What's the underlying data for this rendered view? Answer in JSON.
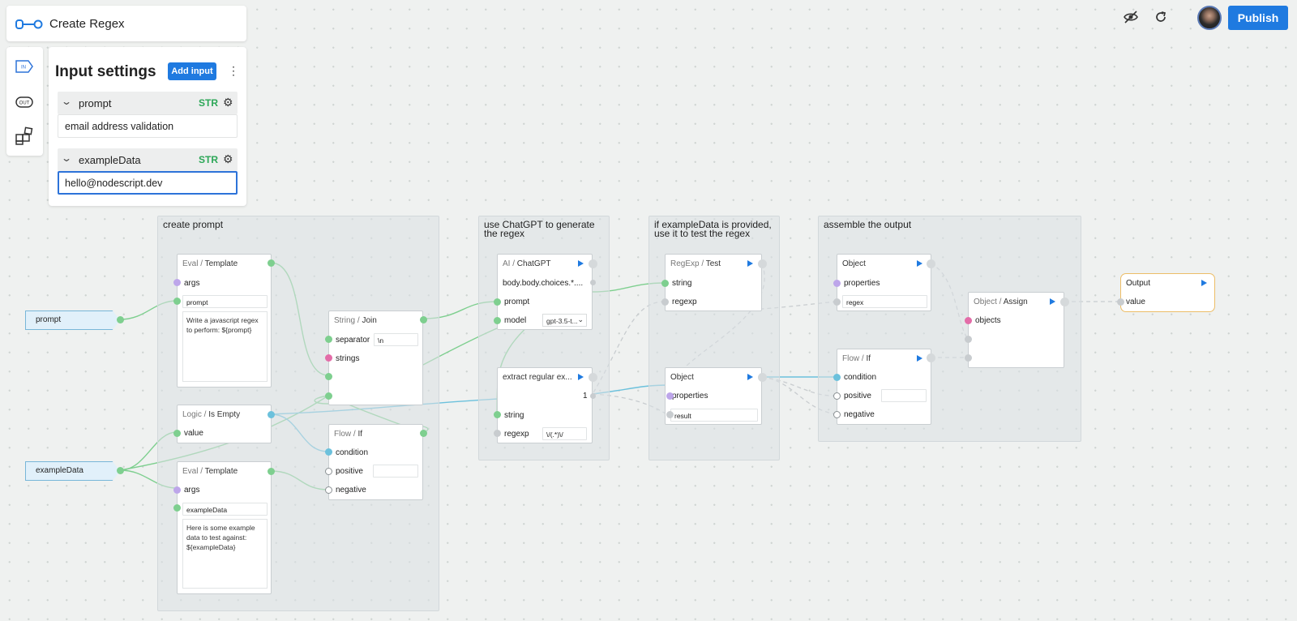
{
  "app": {
    "title": "Create Regex",
    "publish_label": "Publish"
  },
  "toolbar": {
    "tools": [
      "input-tool",
      "output-tool",
      "modules-tool"
    ],
    "in_label": "IN",
    "out_label": "OUT"
  },
  "input_settings": {
    "title": "Input settings",
    "add_label": "Add input",
    "inputs": [
      {
        "name": "prompt",
        "type": "STR",
        "value": "email address validation"
      },
      {
        "name": "exampleData",
        "type": "STR",
        "value": "hello@nodescript.dev"
      }
    ]
  },
  "groups": [
    {
      "label": "create prompt"
    },
    {
      "label": "use ChatGPT to generate\nthe regex"
    },
    {
      "label": "if exampleData is provided,\nuse it to test the regex"
    },
    {
      "label": "assemble the output"
    }
  ],
  "ext_inputs": {
    "prompt": "prompt",
    "exampleData": "exampleData"
  },
  "nodes": {
    "eval1": {
      "cat": "Eval / ",
      "name": "Template",
      "args": "args",
      "arg_key": "prompt",
      "template": "Write a javascript regex to perform: ${prompt}"
    },
    "eval2": {
      "cat": "Eval / ",
      "name": "Template",
      "args": "args",
      "arg_key": "exampleData",
      "template": "Here is some example data to test against: ${exampleData}"
    },
    "join": {
      "cat": "String / ",
      "name": "Join",
      "separator": "separator",
      "sep_value": "\\n",
      "strings": "strings"
    },
    "isempty": {
      "cat": "Logic / ",
      "name": "Is Empty",
      "value": "value"
    },
    "if1": {
      "cat": "Flow / ",
      "name": "If",
      "condition": "condition",
      "positive": "positive",
      "negative": "negative"
    },
    "chatgpt": {
      "cat": "AI / ",
      "name": "ChatGPT",
      "out_path": "body.body.choices.*....",
      "prompt": "prompt",
      "model": "model",
      "model_value": "gpt-3.5-t..."
    },
    "extract": {
      "name": "extract regular ex...",
      "out_index": "1",
      "string": "string",
      "regexp": "regexp",
      "regexp_value": "\\/(.*)\\/"
    },
    "regtest": {
      "cat": "RegExp / ",
      "name": "Test",
      "string": "string",
      "regexp": "regexp"
    },
    "obj1": {
      "name": "Object",
      "properties": "properties",
      "key": "result"
    },
    "obj2": {
      "name": "Object",
      "properties": "properties",
      "key": "regex"
    },
    "if2": {
      "cat": "Flow / ",
      "name": "If",
      "condition": "condition",
      "positive": "positive",
      "negative": "negative"
    },
    "assign": {
      "cat": "Object / ",
      "name": "Assign",
      "objects": "objects"
    },
    "output": {
      "name": "Output",
      "value": "value"
    }
  },
  "icons": [
    "logo-icon",
    "hide-icon",
    "refresh-icon",
    "avatar",
    "settings-gear-icon",
    "chevron-down-icon",
    "kebab-menu-icon",
    "play-icon",
    "select-chevron-icon"
  ],
  "colors": {
    "accent": "#1f7ae0",
    "str_type": "#2ca757",
    "wire_green": "#7ecf8f",
    "wire_blue": "#6cc1dc",
    "output_border": "#ecbd67"
  }
}
